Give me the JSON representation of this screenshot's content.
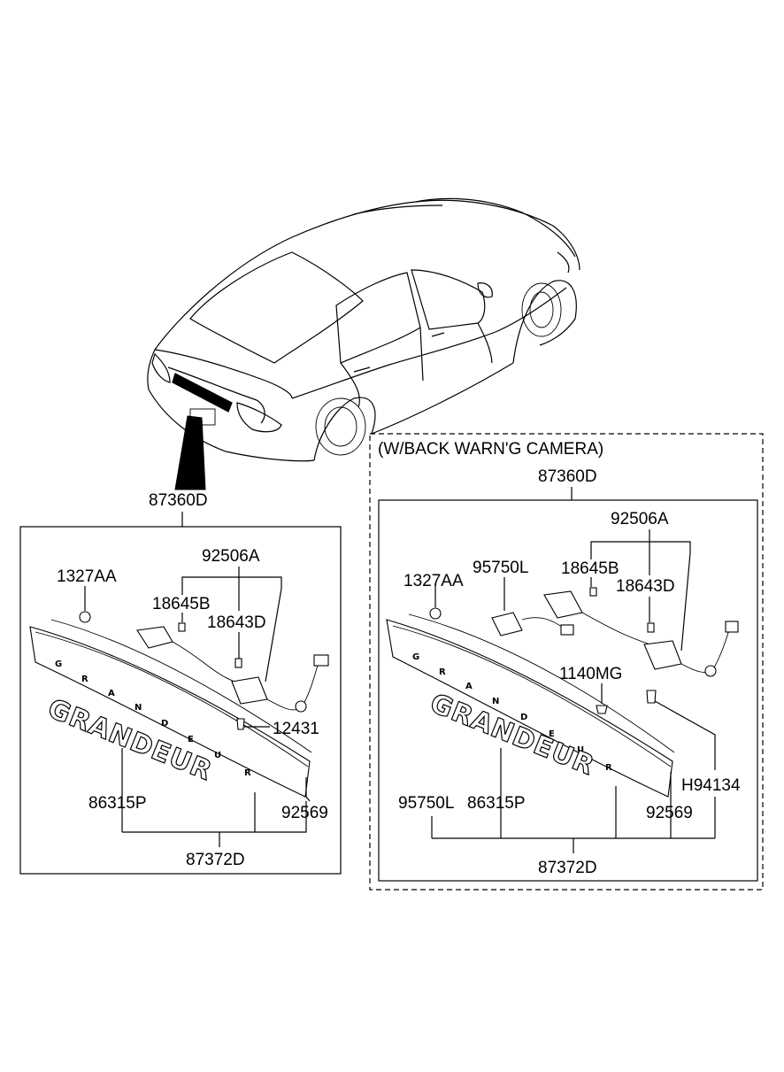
{
  "left_panel": {
    "top_label": "87360D",
    "labels": {
      "p92506A": "92506A",
      "p1327AA": "1327AA",
      "p18645B": "18645B",
      "p18643D": "18643D",
      "p12431": "12431",
      "p86315P": "86315P",
      "p92569": "92569",
      "p87372D": "87372D"
    }
  },
  "right_panel": {
    "header": "(W/BACK WARN'G CAMERA)",
    "top_label": "87360D",
    "labels": {
      "p92506A": "92506A",
      "p1327AA": "1327AA",
      "p95750L_top": "95750L",
      "p18645B": "18645B",
      "p18643D": "18643D",
      "p1140MG": "1140MG",
      "pH94134": "H94134",
      "p95750L_bottom": "95750L",
      "p86315P": "86315P",
      "p92569": "92569",
      "p87372D": "87372D"
    }
  },
  "emblem": {
    "word": "GRANDEUR",
    "strip_letters": [
      "G",
      "R",
      "A",
      "N",
      "D",
      "E",
      "U",
      "R"
    ]
  }
}
